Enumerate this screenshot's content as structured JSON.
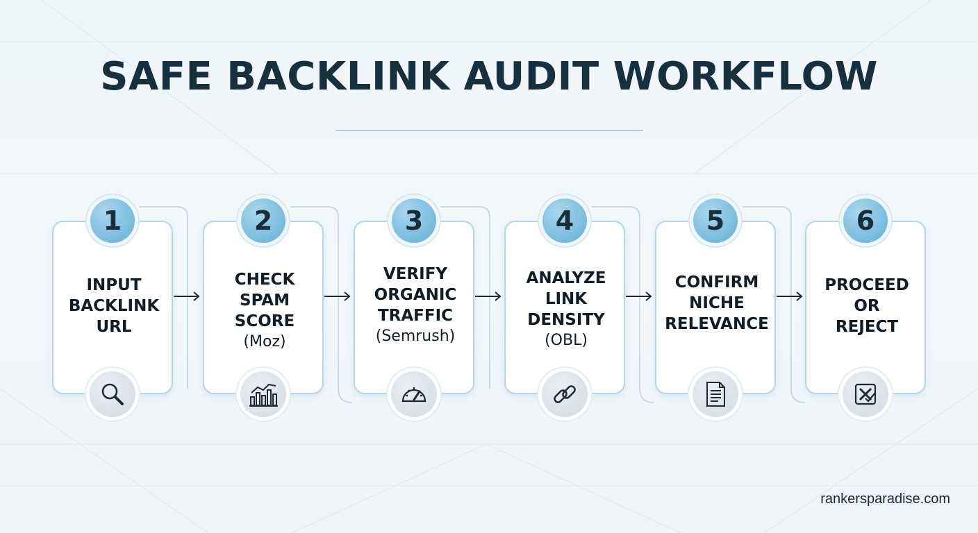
{
  "title": "SAFE BACKLINK AUDIT WORKFLOW",
  "steps": [
    {
      "number": "1",
      "lines": [
        "INPUT",
        "BACKLINK",
        "URL"
      ],
      "tool": "",
      "icon": "magnifier-icon"
    },
    {
      "number": "2",
      "lines": [
        "CHECK",
        "SPAM",
        "SCORE"
      ],
      "tool": "(Moz)",
      "icon": "bar-chart-icon"
    },
    {
      "number": "3",
      "lines": [
        "VERIFY",
        "ORGANIC",
        "TRAFFIC"
      ],
      "tool": "(Semrush)",
      "icon": "gauge-icon"
    },
    {
      "number": "4",
      "lines": [
        "ANALYZE",
        "LINK",
        "DENSITY"
      ],
      "tool": "(OBL)",
      "icon": "chain-link-icon"
    },
    {
      "number": "5",
      "lines": [
        "CONFIRM",
        "NICHE",
        "RELEVANCE"
      ],
      "tool": "",
      "icon": "document-icon"
    },
    {
      "number": "6",
      "lines": [
        "PROCEED",
        "OR",
        "REJECT"
      ],
      "tool": "",
      "icon": "reject-box-icon"
    }
  ],
  "footer": "rankersparadise.com",
  "colors": {
    "title": "#16303e",
    "accent": "#7ebfdf",
    "card_border": "#b6d6e6"
  }
}
